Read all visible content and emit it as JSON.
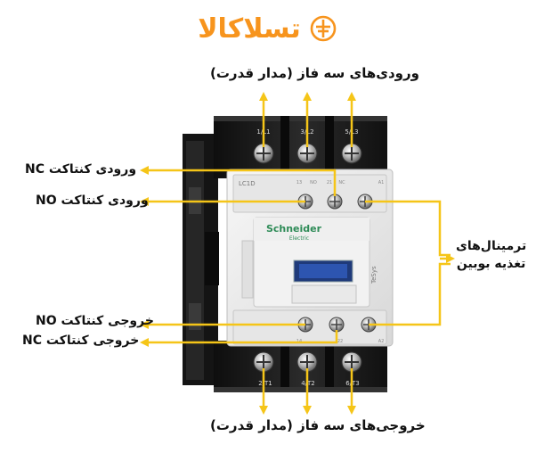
{
  "logo": {
    "text": "تسلاکالا",
    "color": "#f7941d",
    "icon": "plug-circle-icon"
  },
  "labels": {
    "three_phase_inputs": "ورودی‌های سه فاز (مدار قدرت)",
    "three_phase_outputs": "خروجی‌های سه فاز (مدار قدرت)",
    "nc_contact_input": "ورودی کنتاکت NC",
    "no_contact_input": "ورودی کنتاکت NO",
    "no_contact_output": "خروجی کنتاکت NO",
    "nc_contact_output": "خروجی کنتاکت NC",
    "coil_supply_line1": "ترمینال‌های",
    "coil_supply_line2": "تغذیه بوبین"
  },
  "device": {
    "brand": "Schneider",
    "brand_sub": "Electric",
    "model": "LC1D",
    "series": "TeSys",
    "top_terminals": [
      "1/L1",
      "3/L2",
      "5/L3"
    ],
    "bottom_terminals": [
      "2/T1",
      "4/T2",
      "6/T3"
    ],
    "aux_top": [
      "13",
      "NO",
      "21",
      "NC",
      "A1"
    ],
    "aux_bottom": [
      "14",
      "22",
      "A2"
    ]
  },
  "colors": {
    "arrow": "#f5c518",
    "body_black": "#1c1c1c",
    "body_white": "#ececec",
    "brand_green": "#2e8b57"
  }
}
